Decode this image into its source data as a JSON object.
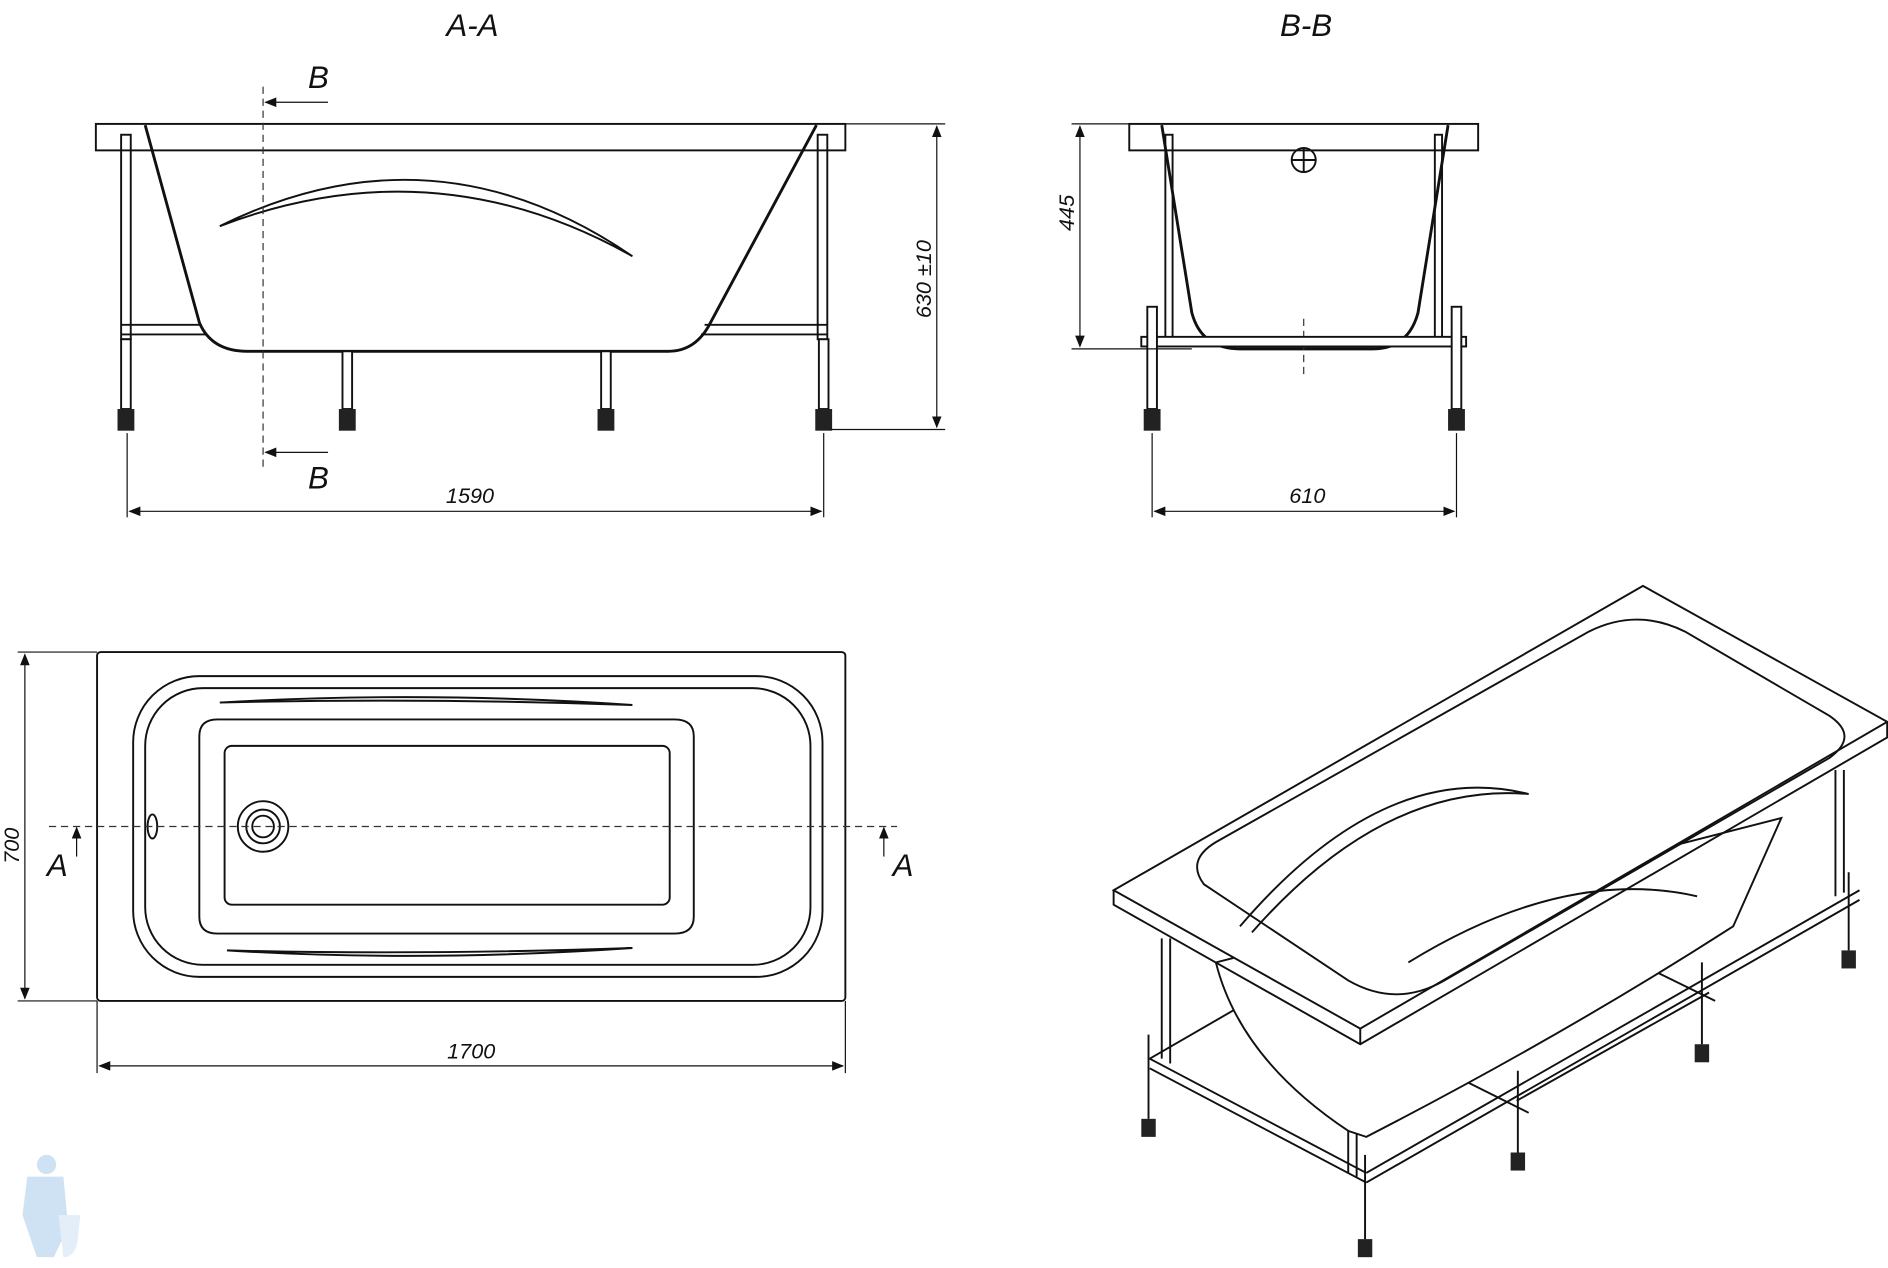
{
  "views": {
    "section_aa": {
      "title": "A-A",
      "cut_mark_top": "B",
      "cut_mark_bottom": "B"
    },
    "section_bb": {
      "title": "B-B"
    },
    "top_view": {
      "cut_mark_left": "A",
      "cut_mark_right": "A"
    }
  },
  "dimensions": {
    "leg_span_length": "1590",
    "total_height": "630 ±10",
    "tub_depth": "445",
    "leg_span_width": "610",
    "width": "700",
    "length": "1700"
  },
  "colors": {
    "line": "#111111",
    "logo": "#cfe2f3"
  }
}
